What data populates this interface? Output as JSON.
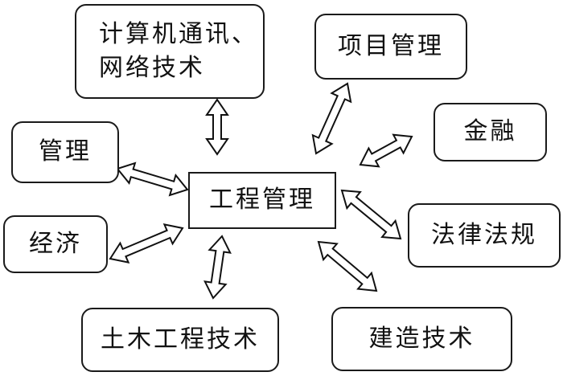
{
  "diagram": {
    "type": "hub-and-spoke",
    "center": {
      "id": "center",
      "label": "工程管理"
    },
    "nodes": [
      {
        "id": "top",
        "lines": [
          "计算机通讯、",
          "网络技术"
        ]
      },
      {
        "id": "pm",
        "label": "项目管理"
      },
      {
        "id": "mgmt",
        "label": "管理"
      },
      {
        "id": "fin",
        "label": "金融"
      },
      {
        "id": "econ",
        "label": "经济"
      },
      {
        "id": "law",
        "label": "法律法规"
      },
      {
        "id": "civil",
        "label": "土木工程技术"
      },
      {
        "id": "build",
        "label": "建造技术"
      }
    ],
    "edges": [
      {
        "from": "center",
        "to": "top",
        "style": "double-arrow"
      },
      {
        "from": "center",
        "to": "pm",
        "style": "double-arrow"
      },
      {
        "from": "center",
        "to": "mgmt",
        "style": "double-arrow"
      },
      {
        "from": "center",
        "to": "fin",
        "style": "double-arrow"
      },
      {
        "from": "center",
        "to": "econ",
        "style": "double-arrow"
      },
      {
        "from": "center",
        "to": "law",
        "style": "double-arrow"
      },
      {
        "from": "center",
        "to": "civil",
        "style": "double-arrow"
      },
      {
        "from": "center",
        "to": "build",
        "style": "double-arrow"
      }
    ]
  },
  "colors": {
    "stroke": "#111111",
    "fill": "#ffffff",
    "text": "#111111"
  }
}
